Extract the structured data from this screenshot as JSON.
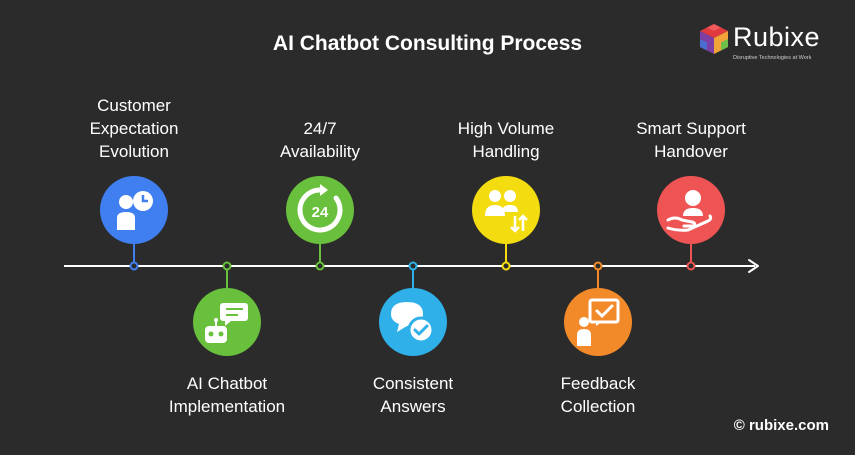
{
  "header": {
    "title": "AI Chatbot Consulting Process"
  },
  "brand": {
    "name": "Rubixe",
    "tagline": "Disruptive Technologies at Work"
  },
  "footer": {
    "text": "© rubixe.com"
  },
  "colors": {
    "background": "#2b2b2b",
    "line": "#ffffff",
    "blue": "#3f7ff0",
    "green": "#68c03c",
    "yellow": "#f3dc10",
    "red": "#ef5454",
    "cyan": "#2fb0e8",
    "orange": "#f28a2a"
  },
  "steps": [
    {
      "label_lines": [
        "Customer",
        "Expectation",
        "Evolution"
      ],
      "icon": "person-clock-icon",
      "color": "#3f7ff0",
      "position": "top"
    },
    {
      "label_lines": [
        "AI Chatbot",
        "Implementation"
      ],
      "icon": "robot-chat-icon",
      "color": "#68c03c",
      "position": "bottom"
    },
    {
      "label_lines": [
        "24/7",
        "Availability"
      ],
      "icon": "24-hours-icon",
      "color": "#68c03c",
      "position": "top"
    },
    {
      "label_lines": [
        "Consistent",
        "Answers"
      ],
      "icon": "chat-check-icon",
      "color": "#2fb0e8",
      "position": "bottom"
    },
    {
      "label_lines": [
        "High Volume",
        "Handling"
      ],
      "icon": "users-transfer-icon",
      "color": "#f3dc10",
      "position": "top"
    },
    {
      "label_lines": [
        "Feedback",
        "Collection"
      ],
      "icon": "person-feedback-icon",
      "color": "#f28a2a",
      "position": "bottom"
    },
    {
      "label_lines": [
        "Smart Support",
        "Handover"
      ],
      "icon": "hand-user-icon",
      "color": "#ef5454",
      "position": "top"
    }
  ]
}
